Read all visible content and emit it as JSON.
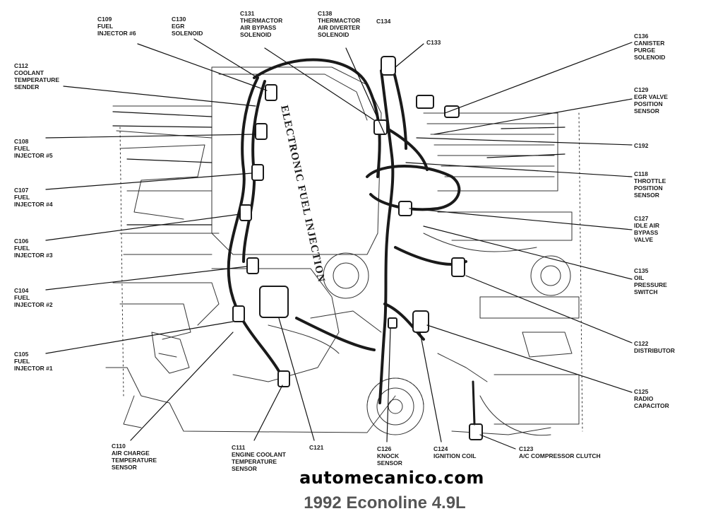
{
  "labels": {
    "c109": {
      "id": "C109",
      "l1": "FUEL",
      "l2": "INJECTOR #6"
    },
    "c130": {
      "id": "C130",
      "l1": "EGR",
      "l2": "SOLENOID"
    },
    "c131": {
      "id": "C131",
      "l1": "THERMACTOR",
      "l2": "AIR BYPASS",
      "l3": "SOLENOID"
    },
    "c138": {
      "id": "C138",
      "l1": "THERMACTOR",
      "l2": "AIR DIVERTER",
      "l3": "SOLENOID"
    },
    "c134": {
      "id": "C134"
    },
    "c133": {
      "id": "C133"
    },
    "c136": {
      "id": "C136",
      "l1": "CANISTER",
      "l2": "PURGE",
      "l3": "SOLENOID"
    },
    "c112": {
      "id": "C112",
      "l1": "COOLANT",
      "l2": "TEMPERATURE",
      "l3": "SENDER"
    },
    "c129": {
      "id": "C129",
      "l1": "EGR VALVE",
      "l2": "POSITION",
      "l3": "SENSOR"
    },
    "c108": {
      "id": "C108",
      "l1": "FUEL",
      "l2": "INJECTOR #5"
    },
    "c192": {
      "id": "C192"
    },
    "c118": {
      "id": "C118",
      "l1": "THROTTLE",
      "l2": "POSITION",
      "l3": "SENSOR"
    },
    "c107": {
      "id": "C107",
      "l1": "FUEL",
      "l2": "INJECTOR #4"
    },
    "c127": {
      "id": "C127",
      "l1": "IDLE AIR",
      "l2": "BYPASS",
      "l3": "VALVE"
    },
    "c106": {
      "id": "C106",
      "l1": "FUEL",
      "l2": "INJECTOR #3"
    },
    "c135": {
      "id": "C135",
      "l1": "OIL",
      "l2": "PRESSURE",
      "l3": "SWITCH"
    },
    "c104": {
      "id": "C104",
      "l1": "FUEL",
      "l2": "INJECTOR #2"
    },
    "c122": {
      "id": "C122",
      "l1": "DISTRIBUTOR"
    },
    "c105": {
      "id": "C105",
      "l1": "FUEL",
      "l2": "INJECTOR #1"
    },
    "c125": {
      "id": "C125",
      "l1": "RADIO",
      "l2": "CAPACITOR"
    },
    "c110": {
      "id": "C110",
      "l1": "AIR CHARGE",
      "l2": "TEMPERATURE",
      "l3": "SENSOR"
    },
    "c111": {
      "id": "C111",
      "l1": "ENGINE COOLANT",
      "l2": "TEMPERATURE",
      "l3": "SENSOR"
    },
    "c121": {
      "id": "C121"
    },
    "c126": {
      "id": "C126",
      "l1": "KNOCK",
      "l2": "SENSOR"
    },
    "c124": {
      "id": "C124",
      "l1": "IGNITION COIL"
    },
    "c123": {
      "id": "C123",
      "l1": "A/C COMPRESSOR CLUTCH"
    }
  },
  "plenum_text": "ELECTRONIC FUEL INJECTION",
  "watermark": "automecanico.com",
  "subtitle": "1992 Econoline 4.9L",
  "colors": {
    "ink": "#1a1a1a",
    "subtitle": "#555555"
  }
}
